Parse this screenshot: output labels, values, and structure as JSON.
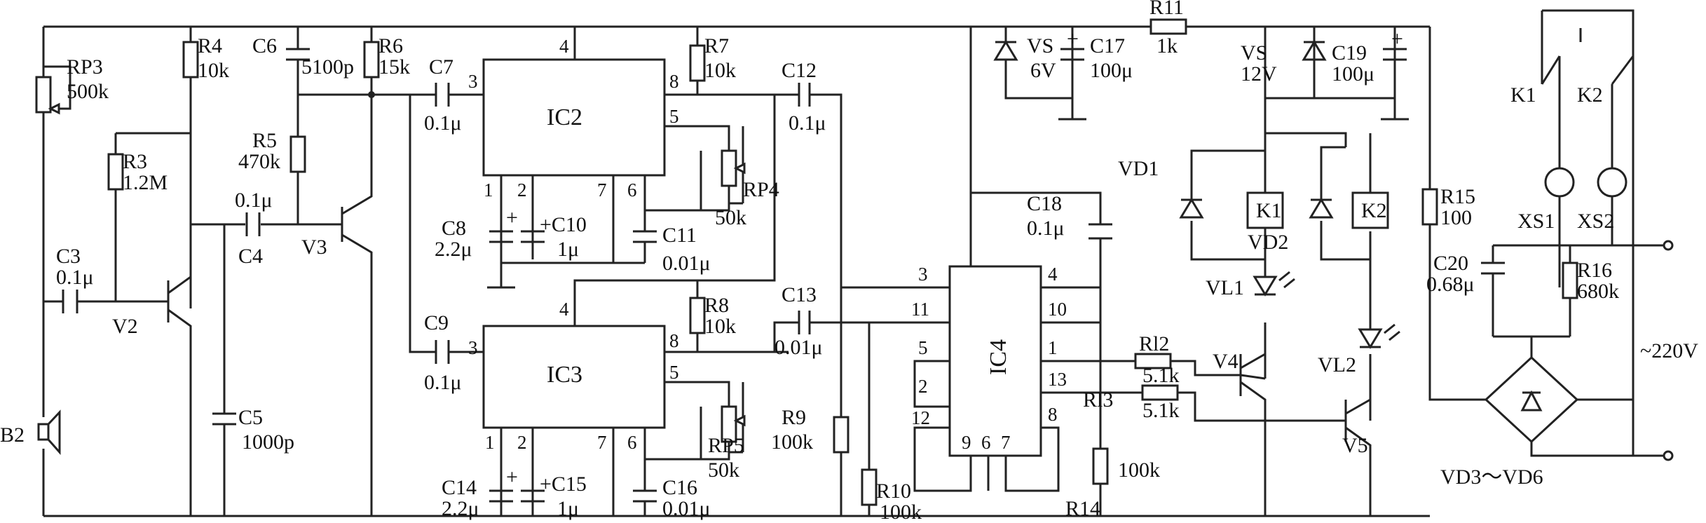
{
  "labels": {
    "RP3": "RP3",
    "RP3_val": "500k",
    "R4": "R4",
    "R4_val": "10k",
    "C6": "C6",
    "C6_val": "5100p",
    "R6": "R6",
    "R6_val": "15k",
    "C7": "C7",
    "C7_val": "0.1μ",
    "R3": "R3",
    "R3_val": "1.2M",
    "R5": "R5",
    "R5_val": "470k",
    "C4": "C4",
    "C4_val": "0.1μ",
    "V3": "V3",
    "C3": "C3",
    "C3_val": "0.1μ",
    "V2": "V2",
    "C5": "C5",
    "C5_val": "1000p",
    "B2": "B2",
    "IC2": "IC2",
    "R7": "R7",
    "R7_val": "10k",
    "C12": "C12",
    "C12_val": "0.1μ",
    "RP4": "RP4",
    "RP4_val": "50k",
    "C8": "C8",
    "C8_val": "2.2μ",
    "C10": "+C10",
    "C10_val": "1μ",
    "C11": "C11",
    "C11_val": "0.01μ",
    "C9": "C9",
    "C9_val": "0.1μ",
    "IC3": "IC3",
    "R8": "R8",
    "R8_val": "10k",
    "C13": "C13",
    "C13_val": "0.01μ",
    "RP5": "RP5",
    "RP5_val": "50k",
    "C14": "C14",
    "C14_val": "2.2μ",
    "C15": "+C15",
    "C15_val": "1μ",
    "C16": "C16",
    "C16_val": "0.01μ",
    "R9": "R9",
    "R9_val": "100k",
    "R10": "R10",
    "R10_val": "100k",
    "VS1": "VS",
    "VS1_val": "6V",
    "C17": "C17",
    "C17_val": "100μ",
    "R11": "R11",
    "R11_val": "1k",
    "VS2": "VS",
    "VS2_val": "12V",
    "C19": "C19",
    "C19_val": "100μ",
    "IC4": "IC4",
    "C18": "C18",
    "C18_val": "0.1μ",
    "VD1": "VD1",
    "K1box": "K1",
    "K2box": "K2",
    "VD2": "VD2",
    "VL1": "VL1",
    "VL2": "VL2",
    "R12": "Rl2",
    "R12_val": "5.1k",
    "R13": "Rl3",
    "R13_val": "5.1k",
    "R14": "R14",
    "R14_val": "100k",
    "V4": "V4",
    "V5": "V5",
    "R15": "R15",
    "R15_val": "100",
    "K1": "K1",
    "K2": "K2",
    "XS1": "XS1",
    "XS2": "XS2",
    "C20": "C20",
    "C20_val": "0.68μ",
    "R16": "R16",
    "R16_val": "680k",
    "AC": "~220V",
    "bridge": "VD3～VD6",
    "plus": "+"
  },
  "pins": {
    "ic2_4": "4",
    "ic2_3": "3",
    "ic2_8": "8",
    "ic2_5": "5",
    "ic2_1": "1",
    "ic2_2": "2",
    "ic2_7": "7",
    "ic2_6": "6",
    "ic3_4": "4",
    "ic3_3": "3",
    "ic3_8": "8",
    "ic3_5": "5",
    "ic3_1": "1",
    "ic3_2": "2",
    "ic3_7": "7",
    "ic3_6": "6",
    "ic4_3": "3",
    "ic4_11": "11",
    "ic4_5": "5",
    "ic4_2": "2",
    "ic4_12": "12",
    "ic4_4": "4",
    "ic4_10": "10",
    "ic4_1": "1",
    "ic4_13": "13",
    "ic4_8": "8",
    "ic4_9": "9",
    "ic4_6": "6",
    "ic4_7": "7"
  }
}
